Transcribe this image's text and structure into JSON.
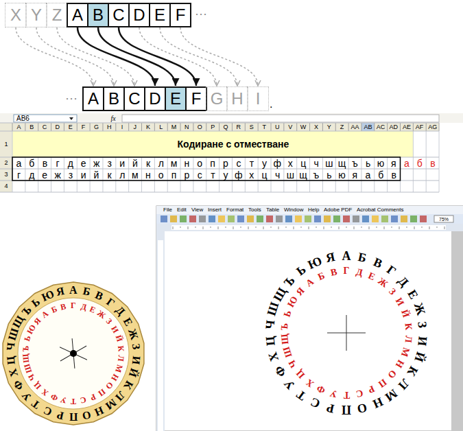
{
  "diagram": {
    "nodes": [
      {
        "text": [
          "X"
        ]
      },
      {
        "text": [
          "Y"
        ]
      },
      {
        "text": [
          "Z"
        ]
      },
      {
        "text": [
          "A"
        ]
      },
      {
        "text": [
          "B"
        ]
      },
      {
        "text": [
          "C"
        ]
      },
      {
        "text": [
          "D"
        ]
      },
      {
        "text": [
          "E"
        ]
      },
      {
        "text": [
          "F"
        ]
      },
      {
        "text": [
          "A"
        ]
      },
      {
        "text": [
          "B"
        ]
      },
      {
        "text": [
          "C"
        ]
      },
      {
        "text": [
          "D"
        ]
      },
      {
        "text": [
          "E"
        ]
      },
      {
        "text": [
          "F"
        ]
      },
      {
        "text": [
          "G"
        ]
      },
      {
        "text": [
          "H"
        ]
      },
      {
        "text": [
          "I"
        ]
      }
    ],
    "edges": [
      {
        "from": 0,
        "to": 9,
        "arrow": "to"
      },
      {
        "from": 1,
        "to": 10,
        "arrow": "to"
      },
      {
        "from": 2,
        "to": 11,
        "arrow": "to"
      },
      {
        "from": 3,
        "to": 12,
        "arrow": "to"
      },
      {
        "from": 4,
        "to": 13,
        "arrow": "to"
      },
      {
        "from": 5,
        "to": 14,
        "arrow": "to"
      },
      {
        "from": 6,
        "to": 15,
        "arrow": "to"
      },
      {
        "from": 7,
        "to": 16,
        "arrow": "to"
      },
      {
        "from": 8,
        "to": 17,
        "arrow": "to"
      }
    ],
    "labels": [
      "···",
      "···",
      ".",
      "AB6",
      "fx",
      "A",
      "B",
      "C",
      "D",
      "E",
      "F",
      "G",
      "H",
      "I",
      "J",
      "K",
      "L",
      "M",
      "N",
      "O",
      "P",
      "Q",
      "R",
      "S",
      "T",
      "U",
      "V",
      "W",
      "X",
      "Y",
      "Z",
      "AA",
      "AB",
      "AC",
      "AD",
      "AE",
      "AF",
      "AG",
      "1",
      "2",
      "3",
      "4",
      "Кодиране с отместване",
      "а",
      "б",
      "в",
      "г",
      "д",
      "е",
      "ж",
      "з",
      "и",
      "й",
      "к",
      "л",
      "м",
      "н",
      "о",
      "п",
      "р",
      "с",
      "т",
      "у",
      "ф",
      "х",
      "ц",
      "ч",
      "ш",
      "щ",
      "ъ",
      "ь",
      "ю",
      "я",
      "а",
      "б",
      "в",
      "г",
      "д",
      "е",
      "ж",
      "з",
      "и",
      "й",
      "к",
      "л",
      "м",
      "н",
      "о",
      "п",
      "р",
      "с",
      "т",
      "у",
      "ф",
      "х",
      "ц",
      "ч",
      "ш",
      "щ",
      "ъ",
      "ь",
      "ю",
      "я",
      "а",
      "б",
      "в",
      "А",
      "Б",
      "В",
      "Г",
      "Д",
      "Е",
      "Ж",
      "З",
      "И",
      "Й",
      "К",
      "Л",
      "М",
      "Н",
      "О",
      "П",
      "Р",
      "С",
      "Т",
      "У",
      "Ф",
      "Х",
      "Ц",
      "Ч",
      "Ш",
      "Щ",
      "Ъ",
      "Ь",
      "Ю",
      "Я",
      "А",
      "Б",
      "В",
      "Г",
      "Д",
      "Е",
      "Ж",
      "З",
      "И",
      "Й",
      "К",
      "Л",
      "М",
      "Н",
      "О",
      "П",
      "Р",
      "С",
      "Т",
      "У",
      "Ф",
      "Х",
      "Ц",
      "Ч",
      "Ш",
      "Щ",
      "Ъ",
      "Ь",
      "Ю",
      "Я",
      "File",
      "Edit",
      "View",
      "Insert",
      "Format",
      "Tools",
      "Table",
      "Window",
      "Help",
      "Adobe PDF",
      "Acrobat Comments",
      "75%",
      "А",
      "Б",
      "В",
      "Г",
      "Д",
      "Е",
      "Ж",
      "З",
      "И",
      "Й",
      "К",
      "Л",
      "М",
      "Н",
      "О",
      "П",
      "Р",
      "С",
      "Т",
      "У",
      "Ф",
      "Х",
      "Ц",
      "Ч",
      "Ш",
      "Щ",
      "Ъ",
      "Ь",
      "Ю",
      "Я",
      "А",
      "Б",
      "В",
      "Г",
      "Д",
      "Е",
      "Ж",
      "З",
      "И",
      "Й",
      "К",
      "Л",
      "М",
      "Н",
      "О",
      "П",
      "Р",
      "С",
      "Т",
      "У",
      "Ф",
      "Х",
      "Ц",
      "Ч",
      "Ш",
      "Щ",
      "Ъ",
      "Ь",
      "Ю",
      "Я"
    ]
  }
}
